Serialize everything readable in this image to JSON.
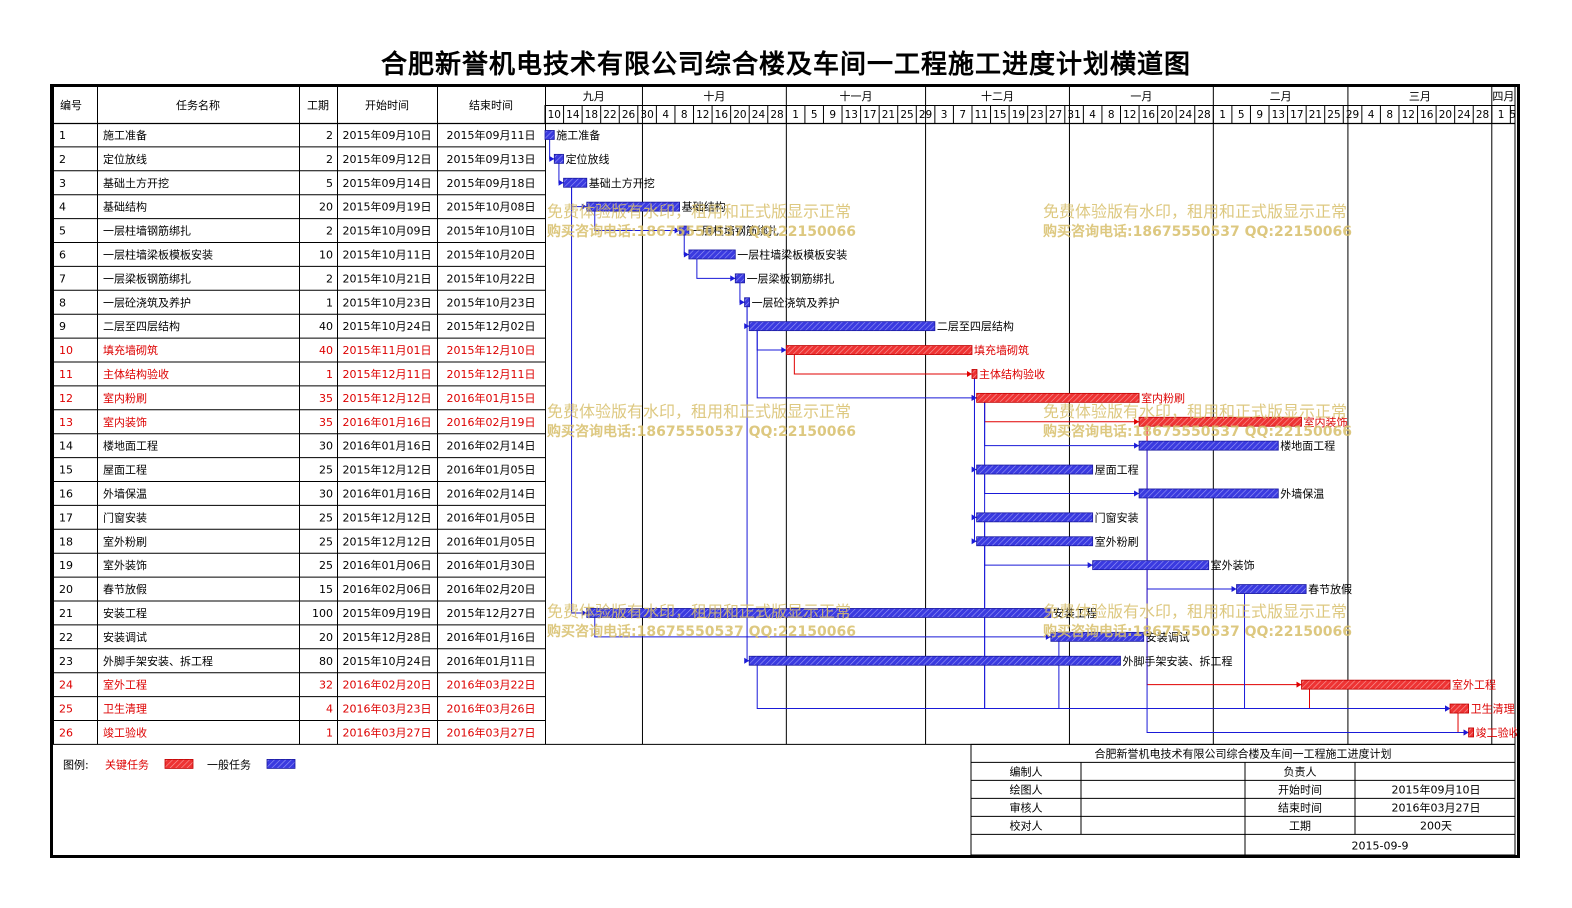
{
  "title": "合肥新誉机电技术有限公司综合楼及车间一工程施工进度计划横道图",
  "colors": {
    "critical": "#ee3333",
    "normal": "#3333dd",
    "critical_text": "#dd0000",
    "watermark": "#d8bf6a",
    "grid": "#000000"
  },
  "headers": {
    "id": "编号",
    "name": "任务名称",
    "duration": "工期",
    "start": "开始时间",
    "end": "结束时间"
  },
  "chart_data": {
    "type": "gantt",
    "timeline": {
      "start": "2015-09-10",
      "end": "2016-04-06",
      "months": [
        {
          "label": "九月",
          "start": "2015-09-10",
          "end": "2015-10-01"
        },
        {
          "label": "十月",
          "start": "2015-10-01",
          "end": "2015-11-01"
        },
        {
          "label": "十一月",
          "start": "2015-11-01",
          "end": "2015-12-01"
        },
        {
          "label": "十二月",
          "start": "2015-12-01",
          "end": "2016-01-01"
        },
        {
          "label": "一月",
          "start": "2016-01-01",
          "end": "2016-02-01"
        },
        {
          "label": "二月",
          "start": "2016-02-01",
          "end": "2016-03-01"
        },
        {
          "label": "三月",
          "start": "2016-03-01",
          "end": "2016-04-01"
        },
        {
          "label": "四月",
          "start": "2016-04-01",
          "end": "2016-04-06"
        }
      ],
      "day_ticks": [
        "2015-09-10",
        "2015-09-14",
        "2015-09-18",
        "2015-09-22",
        "2015-09-26",
        "2015-09-30",
        "2015-10-04",
        "2015-10-08",
        "2015-10-12",
        "2015-10-16",
        "2015-10-20",
        "2015-10-24",
        "2015-10-28",
        "2015-11-01",
        "2015-11-05",
        "2015-11-09",
        "2015-11-13",
        "2015-11-17",
        "2015-11-21",
        "2015-11-25",
        "2015-11-29",
        "2015-12-03",
        "2015-12-07",
        "2015-12-11",
        "2015-12-15",
        "2015-12-19",
        "2015-12-23",
        "2015-12-27",
        "2015-12-31",
        "2016-01-04",
        "2016-01-08",
        "2016-01-12",
        "2016-01-16",
        "2016-01-20",
        "2016-01-24",
        "2016-01-28",
        "2016-02-01",
        "2016-02-05",
        "2016-02-09",
        "2016-02-13",
        "2016-02-17",
        "2016-02-21",
        "2016-02-25",
        "2016-02-29",
        "2016-03-04",
        "2016-03-08",
        "2016-03-12",
        "2016-03-16",
        "2016-03-20",
        "2016-03-24",
        "2016-03-28",
        "2016-04-01",
        "2016-04-05"
      ],
      "day_labels": [
        "10",
        "14",
        "18",
        "22",
        "26",
        "30",
        "4",
        "8",
        "12",
        "16",
        "20",
        "24",
        "28",
        "1",
        "5",
        "9",
        "13",
        "17",
        "21",
        "25",
        "29",
        "3",
        "7",
        "11",
        "15",
        "19",
        "23",
        "27",
        "31",
        "4",
        "8",
        "12",
        "16",
        "20",
        "24",
        "28",
        "1",
        "5",
        "9",
        "13",
        "17",
        "21",
        "25",
        "29",
        "4",
        "8",
        "12",
        "16",
        "20",
        "24",
        "28",
        "1",
        "5"
      ]
    },
    "tasks": [
      {
        "id": "1",
        "name": "施工准备",
        "duration": "2",
        "start_label": "2015年09月10日",
        "end_label": "2015年09月11日",
        "start": "2015-09-10",
        "end": "2015-09-11",
        "critical": false
      },
      {
        "id": "2",
        "name": "定位放线",
        "duration": "2",
        "start_label": "2015年09月12日",
        "end_label": "2015年09月13日",
        "start": "2015-09-12",
        "end": "2015-09-13",
        "critical": false
      },
      {
        "id": "3",
        "name": "基础土方开挖",
        "duration": "5",
        "start_label": "2015年09月14日",
        "end_label": "2015年09月18日",
        "start": "2015-09-14",
        "end": "2015-09-18",
        "critical": false
      },
      {
        "id": "4",
        "name": "基础结构",
        "duration": "20",
        "start_label": "2015年09月19日",
        "end_label": "2015年10月08日",
        "start": "2015-09-19",
        "end": "2015-10-08",
        "critical": false
      },
      {
        "id": "5",
        "name": "一层柱墙钢筋绑扎",
        "duration": "2",
        "start_label": "2015年10月09日",
        "end_label": "2015年10月10日",
        "start": "2015-10-09",
        "end": "2015-10-10",
        "critical": false
      },
      {
        "id": "6",
        "name": "一层柱墙梁板模板安装",
        "duration": "10",
        "start_label": "2015年10月11日",
        "end_label": "2015年10月20日",
        "start": "2015-10-11",
        "end": "2015-10-20",
        "critical": false
      },
      {
        "id": "7",
        "name": "一层梁板钢筋绑扎",
        "duration": "2",
        "start_label": "2015年10月21日",
        "end_label": "2015年10月22日",
        "start": "2015-10-21",
        "end": "2015-10-22",
        "critical": false
      },
      {
        "id": "8",
        "name": "一层砼浇筑及养护",
        "duration": "1",
        "start_label": "2015年10月23日",
        "end_label": "2015年10月23日",
        "start": "2015-10-23",
        "end": "2015-10-23",
        "critical": false
      },
      {
        "id": "9",
        "name": "二层至四层结构",
        "duration": "40",
        "start_label": "2015年10月24日",
        "end_label": "2015年12月02日",
        "start": "2015-10-24",
        "end": "2015-12-02",
        "critical": false
      },
      {
        "id": "10",
        "name": "填充墙砌筑",
        "duration": "40",
        "start_label": "2015年11月01日",
        "end_label": "2015年12月10日",
        "start": "2015-11-01",
        "end": "2015-12-10",
        "critical": true
      },
      {
        "id": "11",
        "name": "主体结构验收",
        "duration": "1",
        "start_label": "2015年12月11日",
        "end_label": "2015年12月11日",
        "start": "2015-12-11",
        "end": "2015-12-11",
        "critical": true
      },
      {
        "id": "12",
        "name": "室内粉刷",
        "duration": "35",
        "start_label": "2015年12月12日",
        "end_label": "2016年01月15日",
        "start": "2015-12-12",
        "end": "2016-01-15",
        "critical": true
      },
      {
        "id": "13",
        "name": "室内装饰",
        "duration": "35",
        "start_label": "2016年01月16日",
        "end_label": "2016年02月19日",
        "start": "2016-01-16",
        "end": "2016-02-19",
        "critical": true
      },
      {
        "id": "14",
        "name": "楼地面工程",
        "duration": "30",
        "start_label": "2016年01月16日",
        "end_label": "2016年02月14日",
        "start": "2016-01-16",
        "end": "2016-02-14",
        "critical": false
      },
      {
        "id": "15",
        "name": "屋面工程",
        "duration": "25",
        "start_label": "2015年12月12日",
        "end_label": "2016年01月05日",
        "start": "2015-12-12",
        "end": "2016-01-05",
        "critical": false
      },
      {
        "id": "16",
        "name": "外墙保温",
        "duration": "30",
        "start_label": "2016年01月16日",
        "end_label": "2016年02月14日",
        "start": "2016-01-16",
        "end": "2016-02-14",
        "critical": false
      },
      {
        "id": "17",
        "name": "门窗安装",
        "duration": "25",
        "start_label": "2015年12月12日",
        "end_label": "2016年01月05日",
        "start": "2015-12-12",
        "end": "2016-01-05",
        "critical": false
      },
      {
        "id": "18",
        "name": "室外粉刷",
        "duration": "25",
        "start_label": "2015年12月12日",
        "end_label": "2016年01月05日",
        "start": "2015-12-12",
        "end": "2016-01-05",
        "critical": false
      },
      {
        "id": "19",
        "name": "室外装饰",
        "duration": "25",
        "start_label": "2016年01月06日",
        "end_label": "2016年01月30日",
        "start": "2016-01-06",
        "end": "2016-01-30",
        "critical": false
      },
      {
        "id": "20",
        "name": "春节放假",
        "duration": "15",
        "start_label": "2016年02月06日",
        "end_label": "2016年02月20日",
        "start": "2016-02-06",
        "end": "2016-02-20",
        "critical": false
      },
      {
        "id": "21",
        "name": "安装工程",
        "duration": "100",
        "start_label": "2015年09月19日",
        "end_label": "2015年12月27日",
        "start": "2015-09-19",
        "end": "2015-12-27",
        "critical": false
      },
      {
        "id": "22",
        "name": "安装调试",
        "duration": "20",
        "start_label": "2015年12月28日",
        "end_label": "2016年01月16日",
        "start": "2015-12-28",
        "end": "2016-01-16",
        "critical": false
      },
      {
        "id": "23",
        "name": "外脚手架安装、拆工程",
        "duration": "80",
        "start_label": "2015年10月24日",
        "end_label": "2016年01月11日",
        "start": "2015-10-24",
        "end": "2016-01-11",
        "critical": false
      },
      {
        "id": "24",
        "name": "室外工程",
        "duration": "32",
        "start_label": "2016年02月20日",
        "end_label": "2016年03月22日",
        "start": "2016-02-20",
        "end": "2016-03-22",
        "critical": true
      },
      {
        "id": "25",
        "name": "卫生清理",
        "duration": "4",
        "start_label": "2016年03月23日",
        "end_label": "2016年03月26日",
        "start": "2016-03-23",
        "end": "2016-03-26",
        "critical": true
      },
      {
        "id": "26",
        "name": "竣工验收",
        "duration": "1",
        "start_label": "2016年03月27日",
        "end_label": "2016年03月27日",
        "start": "2016-03-27",
        "end": "2016-03-27",
        "critical": true
      }
    ],
    "links": [
      [
        1,
        2
      ],
      [
        2,
        3
      ],
      [
        3,
        4
      ],
      [
        4,
        5
      ],
      [
        5,
        6
      ],
      [
        6,
        7
      ],
      [
        7,
        8
      ],
      [
        8,
        9
      ],
      [
        9,
        10
      ],
      [
        10,
        11
      ],
      [
        11,
        12
      ],
      [
        12,
        13
      ],
      [
        12,
        14
      ],
      [
        11,
        15
      ],
      [
        12,
        16
      ],
      [
        11,
        17
      ],
      [
        11,
        18
      ],
      [
        18,
        19
      ],
      [
        16,
        20
      ],
      [
        3,
        21
      ],
      [
        21,
        22
      ],
      [
        8,
        23
      ],
      [
        13,
        24
      ],
      [
        24,
        25
      ],
      [
        25,
        26
      ],
      [
        15,
        25
      ],
      [
        17,
        25
      ],
      [
        20,
        25
      ],
      [
        22,
        25
      ],
      [
        23,
        25
      ],
      [
        9,
        12
      ],
      [
        14,
        26
      ]
    ]
  },
  "legend": {
    "label": "图例:",
    "critical": "关键任务",
    "normal": "一般任务"
  },
  "watermark": {
    "line1": "免费体验版有水印，租用和正式版显示正常",
    "line2": "购买咨询电话:18675550537 QQ:22150066"
  },
  "info_block": {
    "title": "合肥新誉机电技术有限公司综合楼及车间一工程施工进度计划",
    "rows": [
      {
        "label_left": "编制人",
        "value_left": "",
        "label_right": "负责人",
        "value_right": ""
      },
      {
        "label_left": "绘图人",
        "value_left": "",
        "label_right": "开始时间",
        "value_right": "2015年09月10日"
      },
      {
        "label_left": "审核人",
        "value_left": "",
        "label_right": "结束时间",
        "value_right": "2016年03月27日"
      },
      {
        "label_left": "校对人",
        "value_left": "",
        "label_right": "工期",
        "value_right": "200天"
      }
    ],
    "date": "2015-09-9"
  }
}
